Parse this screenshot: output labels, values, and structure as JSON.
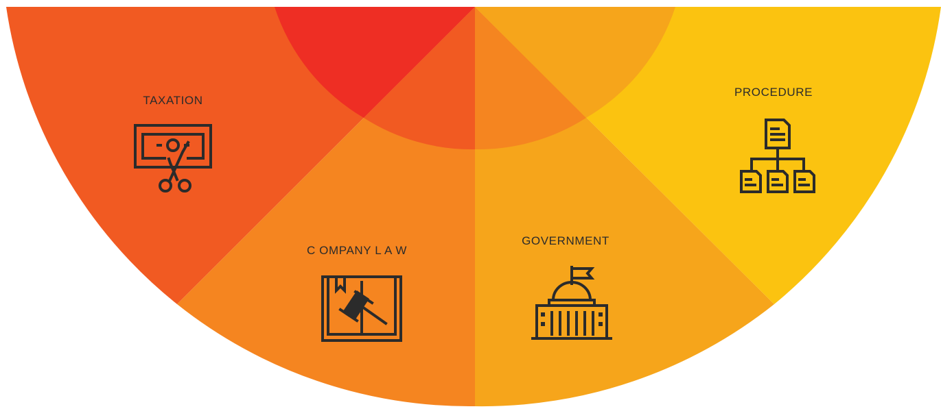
{
  "diagram": {
    "colors": {
      "taxation": "#F15A22",
      "company_law": "#F58520",
      "government": "#F6A51B",
      "procedure": "#FBC310",
      "inner_left": "#EE2E24",
      "inner_left_center": "#F15A22",
      "inner_right_center": "#F58520",
      "inner_right": "#F6A51B",
      "icon": "#2b2b2b"
    },
    "segments": [
      {
        "label": "TAXATION",
        "icon": "money-scissors-icon"
      },
      {
        "label": "C OMPANY L A W",
        "icon": "law-book-gavel-icon"
      },
      {
        "label": "GOVERNMENT",
        "icon": "capitol-building-icon"
      },
      {
        "label": "PROCEDURE",
        "icon": "document-hierarchy-icon"
      }
    ]
  }
}
